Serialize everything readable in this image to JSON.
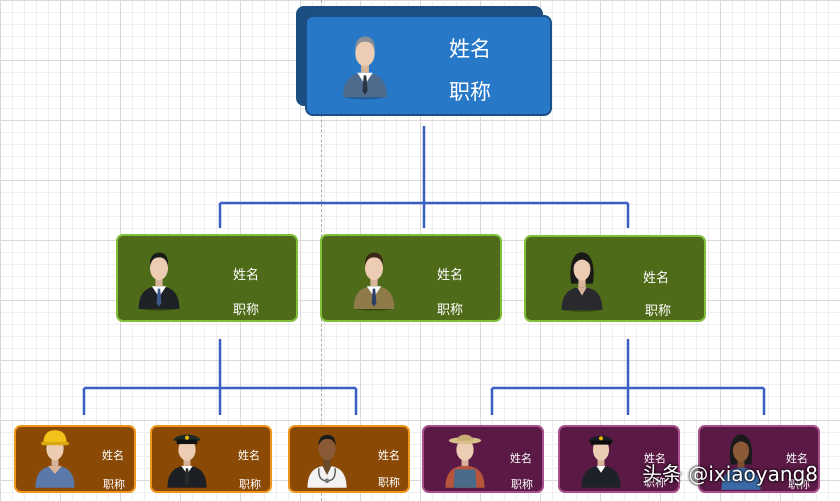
{
  "colors": {
    "connector": "#3a5fc4",
    "root_fill": "#2878c8",
    "mid_fill": "#4e6b1a",
    "low_left_fill": "#8a4a06",
    "low_right_fill": "#5a1a45"
  },
  "root": {
    "name": "姓名",
    "title": "职称",
    "avatar": "businessman-icon"
  },
  "mid": [
    {
      "name": "姓名",
      "title": "职称",
      "avatar": "businessman-black-suit-icon"
    },
    {
      "name": "姓名",
      "title": "职称",
      "avatar": "businessman-brown-suit-icon"
    },
    {
      "name": "姓名",
      "title": "职称",
      "avatar": "businesswoman-icon"
    }
  ],
  "low": [
    {
      "name": "姓名",
      "title": "职称",
      "avatar": "construction-worker-icon"
    },
    {
      "name": "姓名",
      "title": "职称",
      "avatar": "officer-icon"
    },
    {
      "name": "姓名",
      "title": "职称",
      "avatar": "doctor-icon"
    },
    {
      "name": "姓名",
      "title": "职称",
      "avatar": "farmer-icon"
    },
    {
      "name": "姓名",
      "title": "职称",
      "avatar": "policewoman-icon"
    },
    {
      "name": "姓名",
      "title": "职称",
      "avatar": "woman-icon"
    }
  ],
  "watermark": "头条 @ixiaoyang8"
}
